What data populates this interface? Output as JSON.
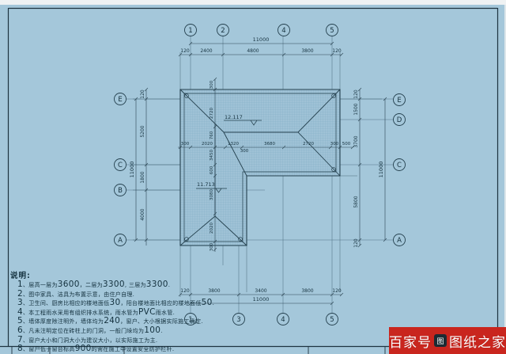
{
  "sheet_type": "roof-plan-blueprint",
  "colors": {
    "paper": "#a4c7da",
    "roof_fill": "#9fc2d6",
    "line": "#24404e",
    "watermark_bg": "#c9261e"
  },
  "grid": {
    "top": [
      "1",
      "2",
      "4",
      "5"
    ],
    "bottom": [
      "1",
      "3",
      "4",
      "5"
    ],
    "left": [
      "E",
      "C",
      "B",
      "A"
    ],
    "right": [
      "E",
      "D",
      "C",
      "A"
    ]
  },
  "dims": {
    "top_total": "11000",
    "top": [
      "120",
      "2400",
      "4800",
      "3800",
      "120"
    ],
    "bottom_total": "11000",
    "bottom": [
      "120",
      "3800",
      "3400",
      "3800",
      "120"
    ],
    "left_total": "11000",
    "left": [
      "120",
      "5200",
      "1800",
      "4000"
    ],
    "right_total": "11000",
    "right": [
      "120",
      "1500",
      "3700",
      "5800",
      "120"
    ],
    "mid": [
      "300",
      "2020",
      "1320",
      "300",
      "3680",
      "2720",
      "300",
      "500"
    ],
    "wing": [
      "300",
      "2720",
      "760",
      "3450",
      "600",
      "3080",
      "2020",
      "300"
    ]
  },
  "levels": {
    "main": "12.117",
    "wing": "11.713"
  },
  "notes": {
    "title": "说明:",
    "items": [
      "1、层高一层为3600，二层为3300, 三层为3300.",
      "2、图中家具、洁具为布置示意，由住户自理.",
      "3、卫生间、厨房比相应的楼地面低30，阳台楼地面比相应的楼地面低50.",
      "4、本工程雨水采用有组织排水系统，雨水管为PVC雨水管.",
      "5、墙体厚度除注明外，墙体均为240，窗户、大小根据实际施工确定.",
      "6、凡未注明定位在砖柱上的门洞，一般门垛均为100.",
      "7、窗户大小和门洞大小为建议大小，以实际施工为主.",
      "8、窗户低于窗台标高900的需在施工中设置安全防护栏杆."
    ]
  },
  "watermark": {
    "prefix": "百家号",
    "suffix": "图纸之家",
    "logo_glyph": "图"
  }
}
